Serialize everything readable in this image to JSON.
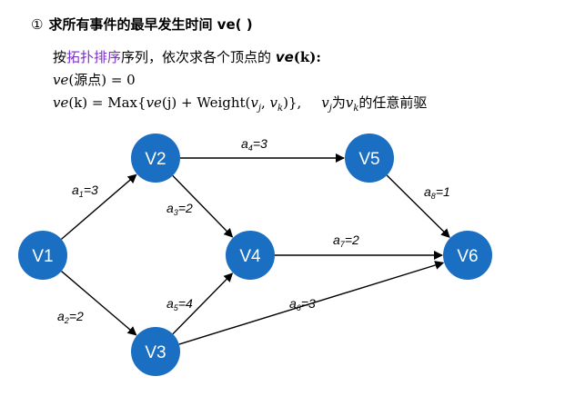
{
  "heading": {
    "number": "①",
    "text": "求所有事件的最早发生时间 ve( )"
  },
  "desc": {
    "line1_pre": "按",
    "line1_highlight": "拓扑排序",
    "line1_post": "序列，依次求各个顶点的 ",
    "line1_var": "ve",
    "line1_arg": "(k):",
    "line2_var": "ve",
    "line2_rest": "(源点) = 0",
    "line3_lhs": "ve",
    "line3_k": "(k) = Max{",
    "line3_ve": "ve",
    "line3_j": "(j) + Weight(",
    "line3_v1": "v",
    "line3_sub1": "j",
    "line3_comma": ", ",
    "line3_v2": "v",
    "line3_sub2": "k",
    "line3_close": ")},",
    "line3_vj": "v",
    "line3_vj_sub": "j",
    "line3_mid": "为",
    "line3_vk": "v",
    "line3_vk_sub": "k",
    "line3_tail": "的任意前驱"
  },
  "colors": {
    "node_fill": "#1a6fc2",
    "highlight": "#7b2fc9",
    "edge": "#000000"
  },
  "graph": {
    "nodes": [
      {
        "id": "V1",
        "label": "V1"
      },
      {
        "id": "V2",
        "label": "V2"
      },
      {
        "id": "V3",
        "label": "V3"
      },
      {
        "id": "V4",
        "label": "V4"
      },
      {
        "id": "V5",
        "label": "V5"
      },
      {
        "id": "V6",
        "label": "V6"
      }
    ],
    "edges": [
      {
        "from": "V1",
        "to": "V2",
        "name": "a",
        "sub": "1",
        "weight": "=3"
      },
      {
        "from": "V1",
        "to": "V3",
        "name": "a",
        "sub": "2",
        "weight": "=2"
      },
      {
        "from": "V2",
        "to": "V4",
        "name": "a",
        "sub": "3",
        "weight": "=2"
      },
      {
        "from": "V2",
        "to": "V5",
        "name": "a",
        "sub": "4",
        "weight": "=3"
      },
      {
        "from": "V3",
        "to": "V4",
        "name": "a",
        "sub": "5",
        "weight": "=4"
      },
      {
        "from": "V3",
        "to": "V6",
        "name": "a",
        "sub": "6",
        "weight": "=3"
      },
      {
        "from": "V4",
        "to": "V6",
        "name": "a",
        "sub": "7",
        "weight": "=2"
      },
      {
        "from": "V5",
        "to": "V6",
        "name": "a",
        "sub": "8",
        "weight": "=1"
      }
    ]
  }
}
